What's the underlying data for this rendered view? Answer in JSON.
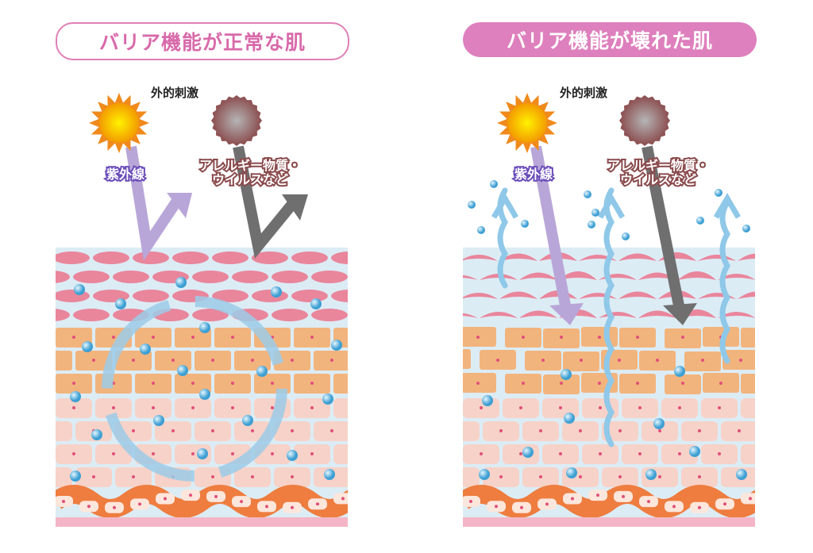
{
  "panels": [
    {
      "title": "バリア機能が正常な肌",
      "state": "healthy"
    },
    {
      "title": "バリア機能が壊れた肌",
      "state": "damaged"
    }
  ],
  "labels": {
    "external": "外的刺激",
    "uv": "紫外線",
    "allergen_line1": "アレルギー物質・",
    "allergen_line2": "ウイルスなど"
  },
  "colors": {
    "pink_title": "#de80bd",
    "uv_arrow": "#b9a6d8",
    "allergen_arrow": "#6f6f6f",
    "moisture": "#8fc8e8",
    "brick": "#f2b47d",
    "cell": "#f7d2c8",
    "stratum": "#e9869c"
  }
}
